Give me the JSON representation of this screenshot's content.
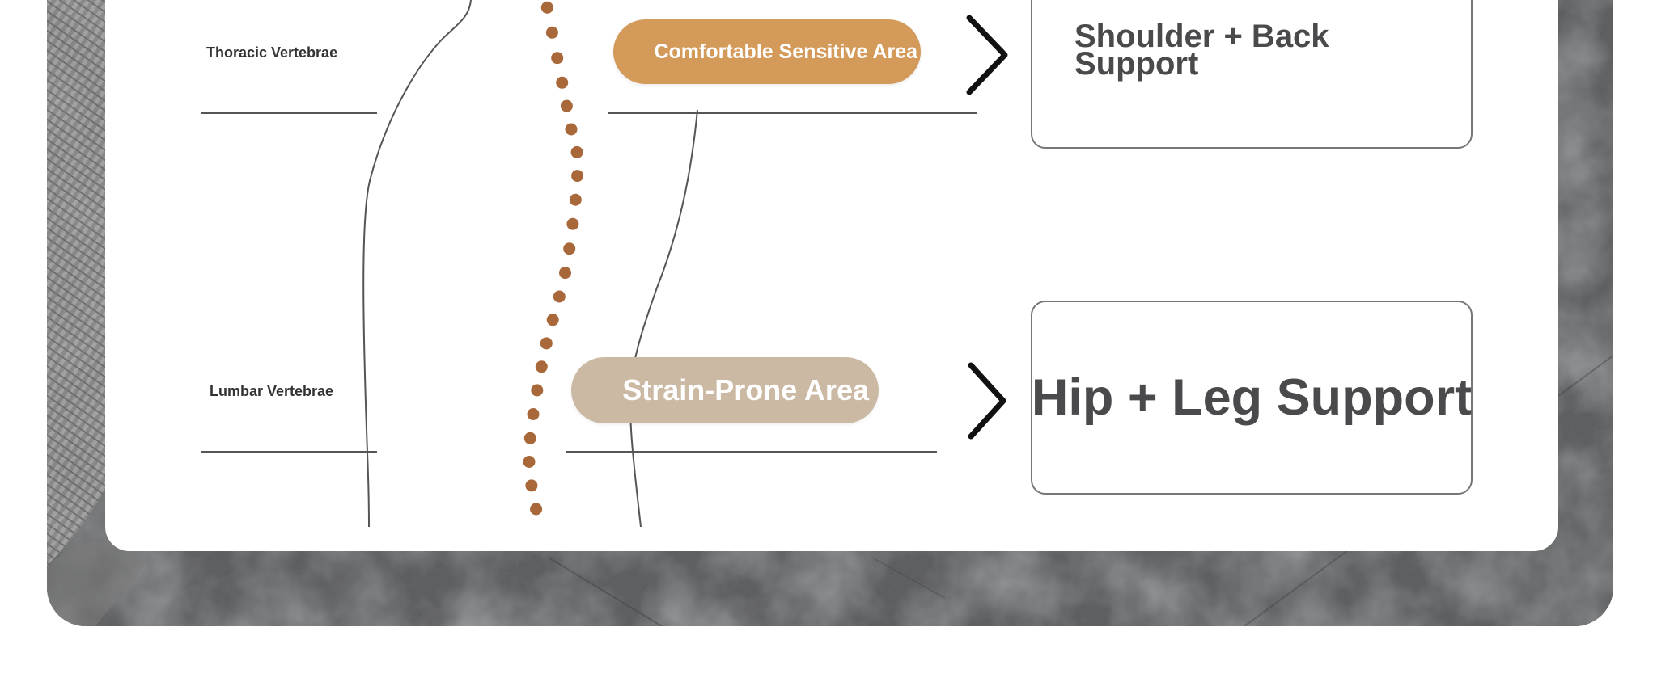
{
  "labels": {
    "thoracic": "Thoracic Vertebrae",
    "lumbar": "Lumbar Vertebrae"
  },
  "areas": {
    "sensitive": {
      "label": "Comfortable Sensitive Area",
      "color": "#D39A5A"
    },
    "strain": {
      "label": "Strain-Prone Area",
      "color": "#CBB9A3"
    }
  },
  "supports": {
    "upper": "Shoulder + Back Support",
    "lower": "Hip + Leg Support"
  },
  "icons": {
    "arrow": "chevron-right-icon"
  },
  "colors": {
    "spine_dots": "#A8683A",
    "outline": "#555555",
    "box_text": "#4A4A4D",
    "box_border": "#777777",
    "backdrop": "#5A5B5C"
  }
}
